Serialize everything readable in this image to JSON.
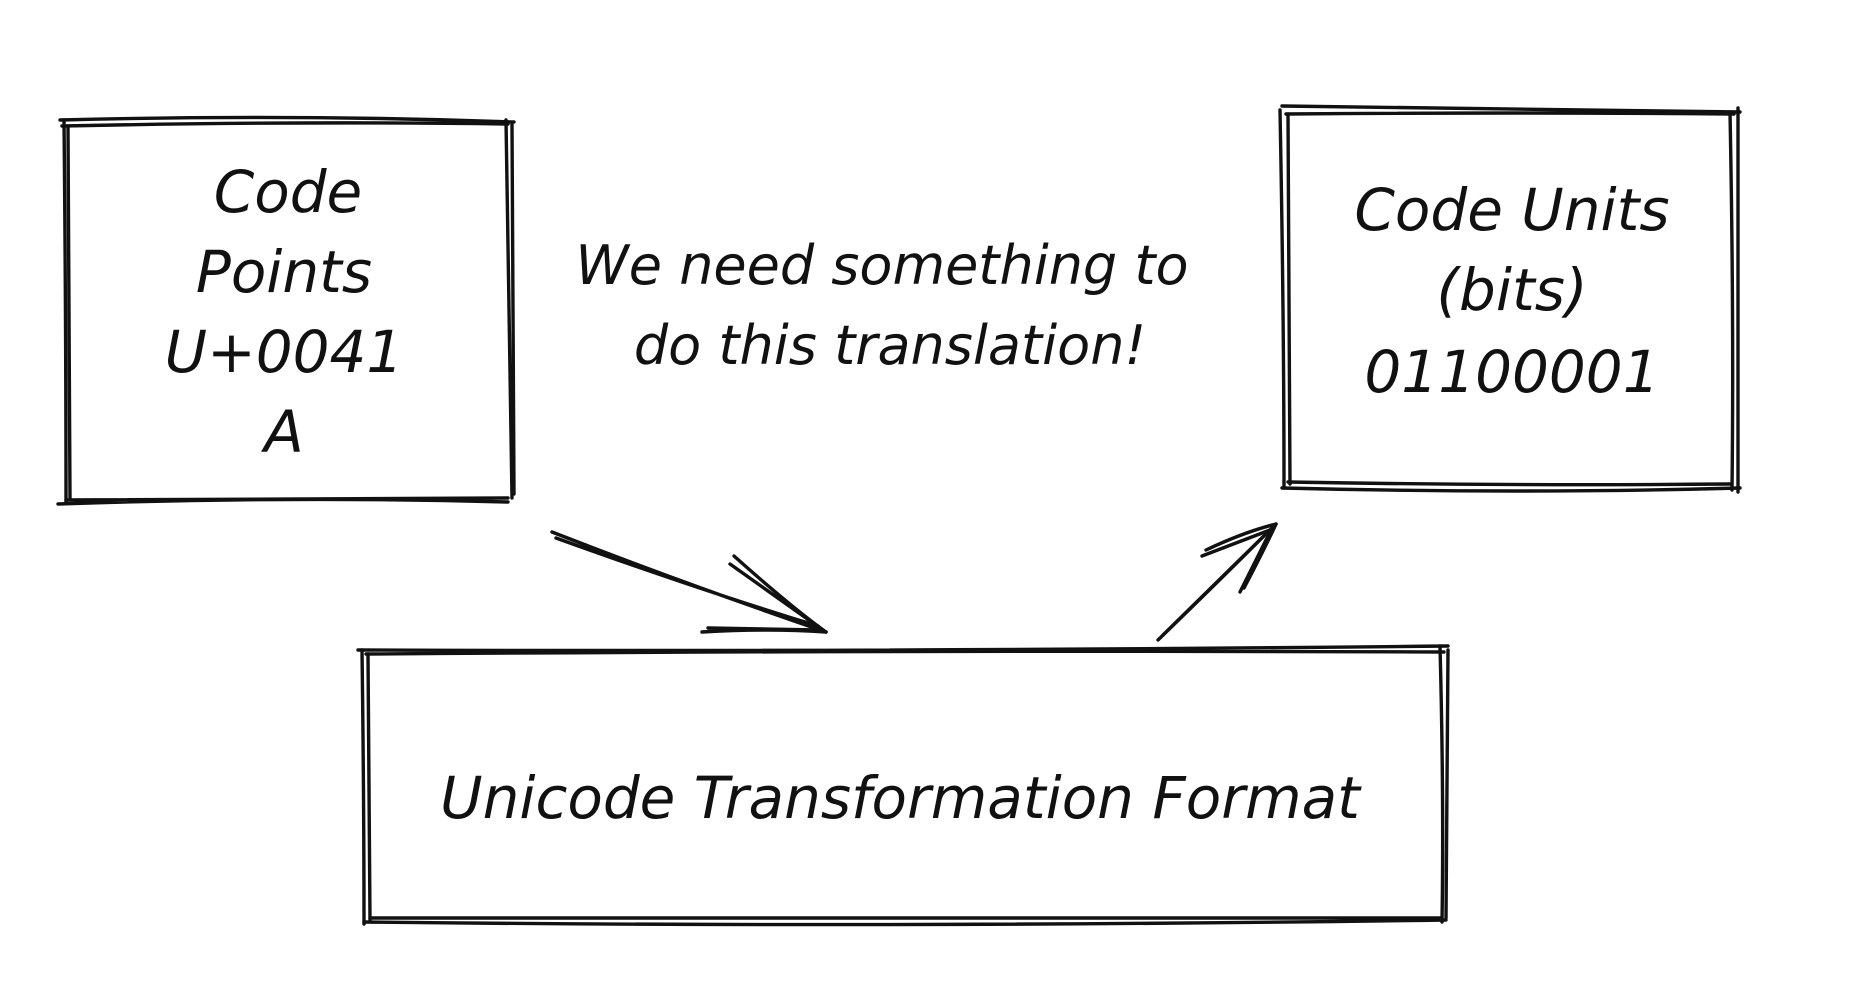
{
  "boxes": {
    "code_points": {
      "lines": [
        "Code",
        "Points",
        "U+0041",
        "A"
      ]
    },
    "code_units": {
      "lines": [
        "Code Units",
        "(bits)",
        "01100001"
      ]
    },
    "utf": {
      "label": "Unicode Transformation Format"
    }
  },
  "note": {
    "lines": [
      "We need something to",
      "do this translation!"
    ]
  },
  "colors": {
    "ink": "#111111",
    "background": "#ffffff"
  }
}
